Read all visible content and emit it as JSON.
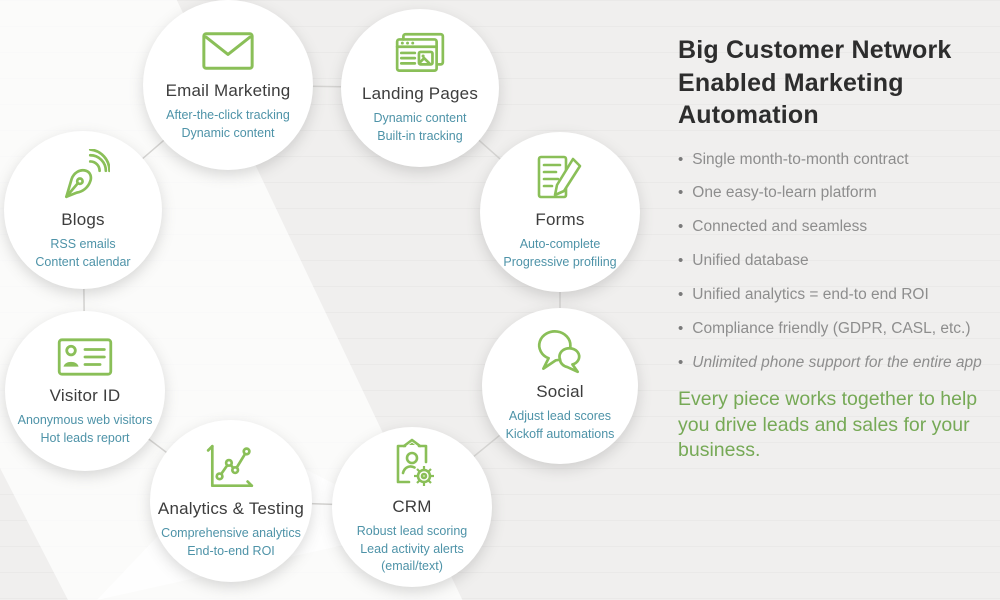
{
  "panel": {
    "title": "Big Customer Network Enabled Marketing Automation",
    "bullets": [
      "Single month-to-month contract",
      "One easy-to-learn platform",
      "Connected and seamless",
      "Unified database",
      "Unified analytics = end-to end ROI",
      "Compliance friendly (GDPR, CASL, etc.)",
      "Unlimited phone support for the entire app"
    ],
    "closing": "Every piece works together to help you drive leads and sales for your business."
  },
  "circles": [
    {
      "title": "Email Marketing",
      "icon": "envelope-icon",
      "lines": [
        "After-the-click tracking",
        "Dynamic content"
      ]
    },
    {
      "title": "Landing Pages",
      "icon": "landing-pages-icon",
      "lines": [
        "Dynamic content",
        "Built-in tracking"
      ]
    },
    {
      "title": "Blogs",
      "icon": "pen-rss-icon",
      "lines": [
        "RSS emails",
        "Content calendar"
      ]
    },
    {
      "title": "Forms",
      "icon": "document-pencil-icon",
      "lines": [
        "Auto-complete",
        "Progressive profiling"
      ]
    },
    {
      "title": "Visitor ID",
      "icon": "id-card-icon",
      "lines": [
        "Anonymous web visitors",
        "Hot leads report"
      ]
    },
    {
      "title": "Social",
      "icon": "chat-bubbles-icon",
      "lines": [
        "Adjust lead scores",
        "Kickoff automations"
      ]
    },
    {
      "title": "Analytics & Testing",
      "icon": "line-chart-icon",
      "lines": [
        "Comprehensive analytics",
        "End-to-end ROI"
      ]
    },
    {
      "title": "CRM",
      "icon": "clipboard-gear-icon",
      "lines": [
        "Robust lead scoring",
        "Lead activity alerts",
        "(email/text)"
      ]
    }
  ],
  "colors": {
    "icon_green": "#8abf58",
    "subtitle_teal": "#4e93a8",
    "closing_green": "#76a956",
    "bullet_gray": "#8d8d8d",
    "heading_dark": "#2d2d2d",
    "connector_gray": "#d5d4d2",
    "background": "#f0efee"
  }
}
